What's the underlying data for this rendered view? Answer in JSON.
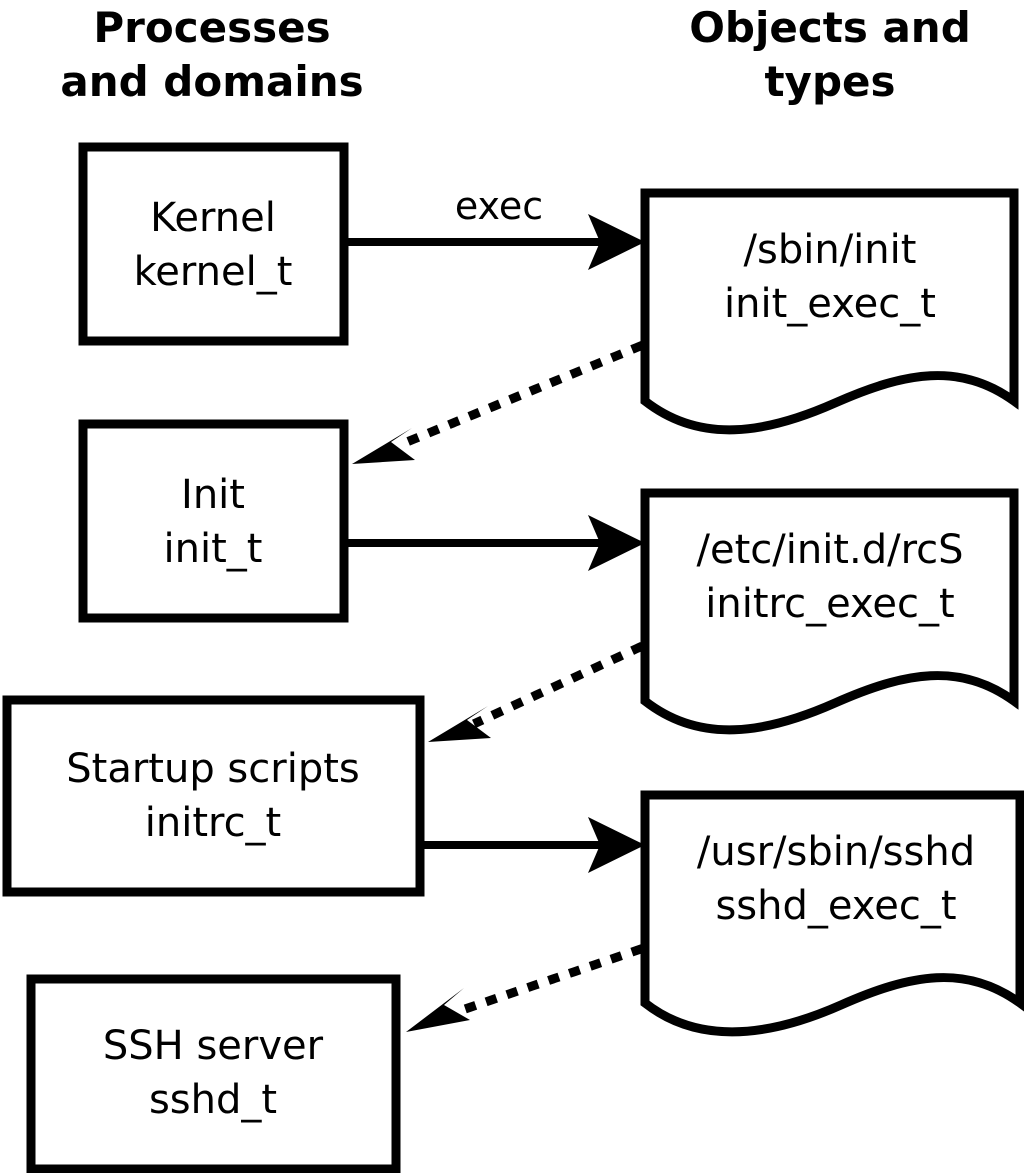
{
  "diagram": {
    "title_left": "Processes\nand domains",
    "columns": {
      "left": {
        "line1": "Processes",
        "line2": "and domains"
      },
      "right": {
        "line1": "Objects and",
        "line2": "types"
      }
    },
    "colors": {
      "background": "#ffffff",
      "stroke": "#000000",
      "text": "#000000"
    },
    "process_nodes": [
      {
        "id": "kernel",
        "line1": "Kernel",
        "line2": "kernel_t"
      },
      {
        "id": "init",
        "line1": "Init",
        "line2": "init_t"
      },
      {
        "id": "initrc",
        "line1": "Startup scripts",
        "line2": "initrc_t"
      },
      {
        "id": "sshd",
        "line1": "SSH server",
        "line2": "sshd_t"
      }
    ],
    "object_nodes": [
      {
        "id": "init_exec",
        "line1": "/sbin/init",
        "line2": "init_exec_t"
      },
      {
        "id": "initrc_exec",
        "line1": "/etc/init.d/rcS",
        "line2": "initrc_exec_t"
      },
      {
        "id": "sshd_exec",
        "line1": "/usr/sbin/sshd",
        "line2": "sshd_exec_t"
      }
    ],
    "edges": [
      {
        "id": "kernel-to-init-exec",
        "from": "kernel",
        "to": "init_exec",
        "style": "solid",
        "label": "exec"
      },
      {
        "id": "init-exec-to-init",
        "from": "init_exec",
        "to": "init",
        "style": "dotted",
        "label": ""
      },
      {
        "id": "init-to-initrc-exec",
        "from": "init",
        "to": "initrc_exec",
        "style": "solid",
        "label": ""
      },
      {
        "id": "initrc-exec-to-initrc",
        "from": "initrc_exec",
        "to": "initrc",
        "style": "dotted",
        "label": ""
      },
      {
        "id": "initrc-to-sshd-exec",
        "from": "initrc",
        "to": "sshd_exec",
        "style": "solid",
        "label": ""
      },
      {
        "id": "sshd-exec-to-sshd",
        "from": "sshd_exec",
        "to": "sshd",
        "style": "dotted",
        "label": ""
      }
    ]
  }
}
